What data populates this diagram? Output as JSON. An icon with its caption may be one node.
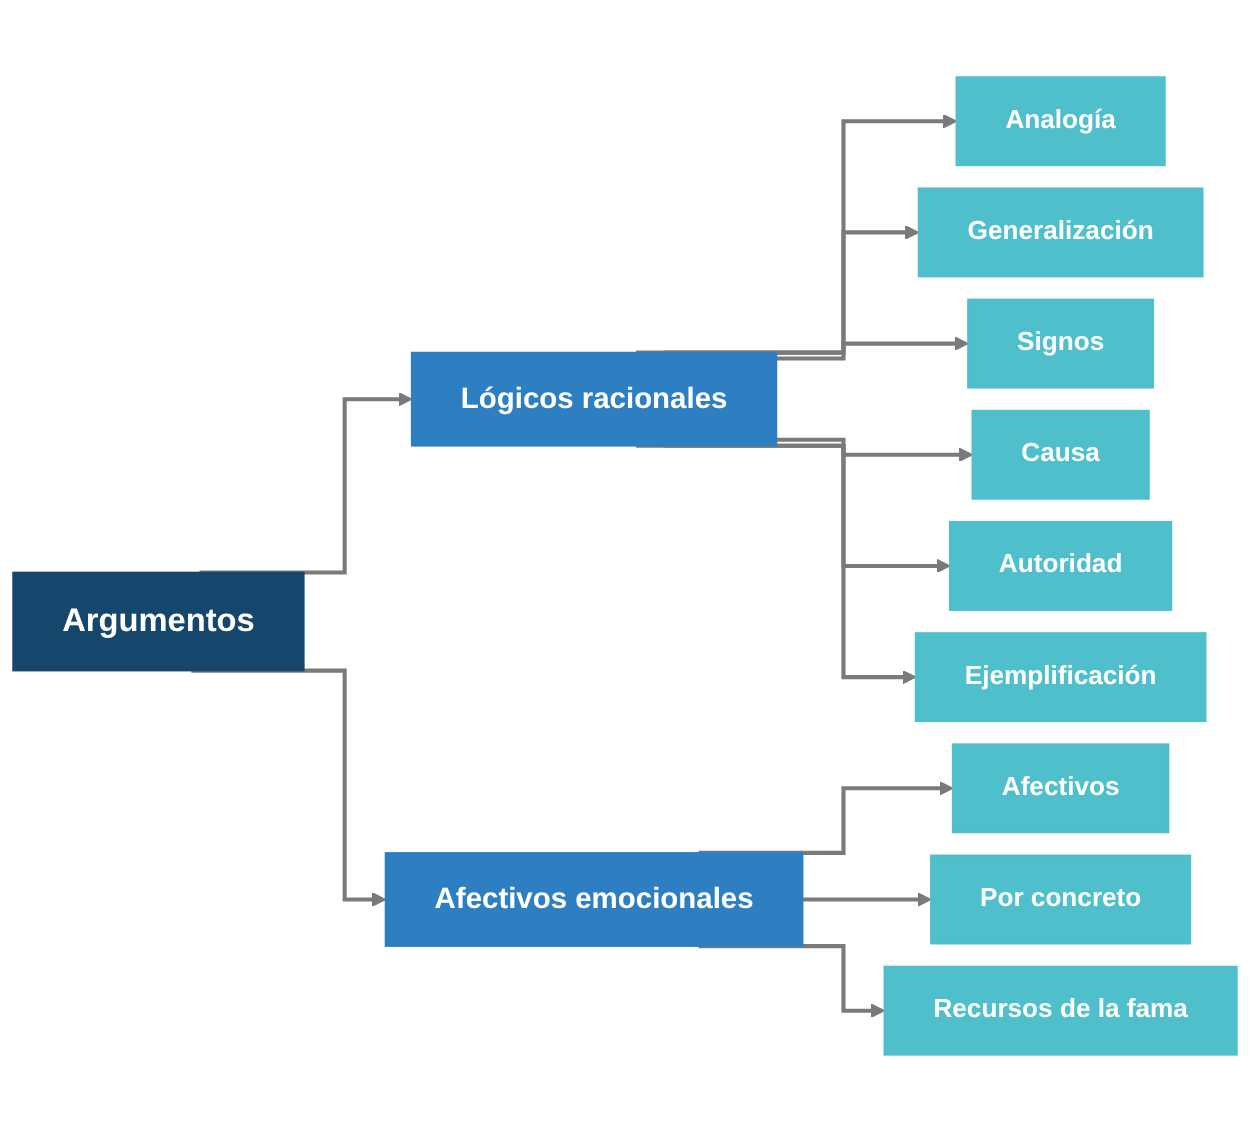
{
  "diagram": {
    "nodes": [
      {
        "text": [
          "Argumentos"
        ]
      },
      {
        "text": [
          "Lógicos racionales"
        ]
      },
      {
        "text": [
          "Afectivos emocionales"
        ]
      },
      {
        "text": [
          "Analogía"
        ]
      },
      {
        "text": [
          "Generalización"
        ]
      },
      {
        "text": [
          "Signos"
        ]
      },
      {
        "text": [
          "Causa"
        ]
      },
      {
        "text": [
          "Autoridad"
        ]
      },
      {
        "text": [
          "Ejemplificación"
        ]
      },
      {
        "text": [
          "Afectivos"
        ]
      },
      {
        "text": [
          "Por concreto"
        ]
      },
      {
        "text": [
          "Recursos de la fama"
        ]
      }
    ],
    "edges": [
      {
        "from": 0,
        "to": 1,
        "arrow": "to"
      },
      {
        "from": 0,
        "to": 2,
        "arrow": "to"
      },
      {
        "from": 1,
        "to": 3,
        "arrow": "to"
      },
      {
        "from": 1,
        "to": 4,
        "arrow": "to"
      },
      {
        "from": 1,
        "to": 5,
        "arrow": "to"
      },
      {
        "from": 1,
        "to": 6,
        "arrow": "to"
      },
      {
        "from": 1,
        "to": 7,
        "arrow": "to"
      },
      {
        "from": 1,
        "to": 8,
        "arrow": "to"
      },
      {
        "from": 2,
        "to": 9,
        "arrow": "to"
      },
      {
        "from": 2,
        "to": 10,
        "arrow": "to"
      },
      {
        "from": 2,
        "to": 11,
        "arrow": "to"
      }
    ]
  }
}
